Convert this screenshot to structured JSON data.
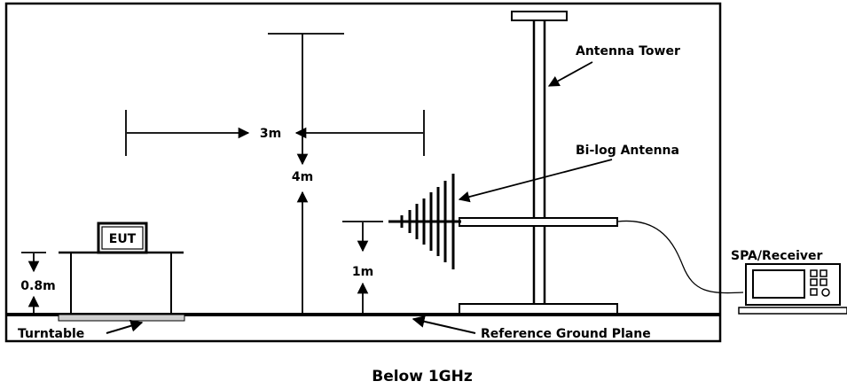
{
  "diagram": {
    "labels": {
      "antenna_tower": "Antenna Tower",
      "bilog_antenna": "Bi-log Antenna",
      "distance": "3m",
      "height_max": "4m",
      "antenna_height": "1m",
      "eut": "EUT",
      "table_height": "0.8m",
      "turntable": "Turntable",
      "ground_plane": "Reference Ground Plane",
      "receiver": "SPA/Receiver"
    },
    "caption": "Below 1GHz"
  }
}
